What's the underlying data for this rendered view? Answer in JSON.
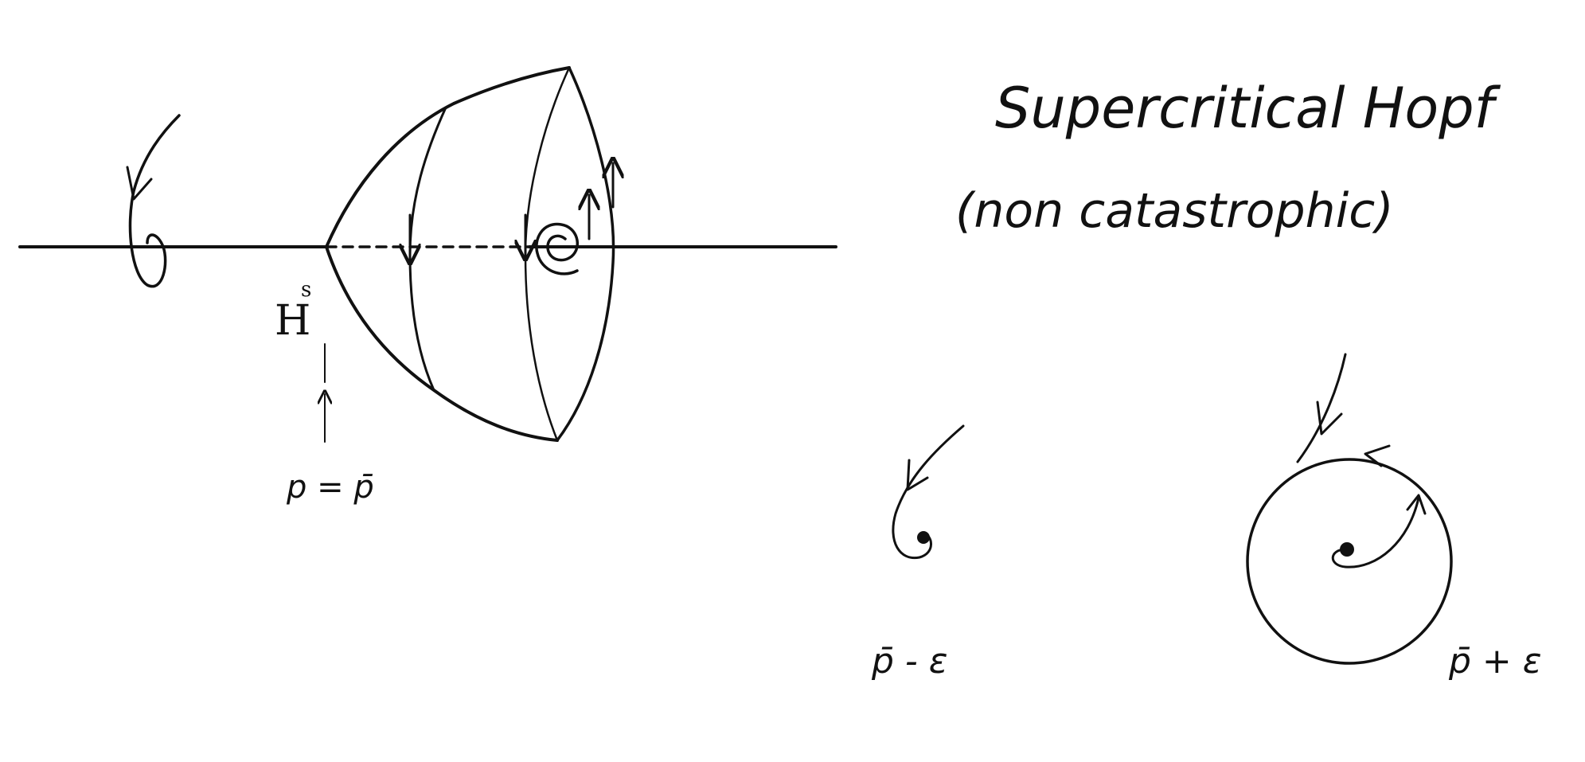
{
  "title": "Supercritical Hopf",
  "subtitle": "(non catastrophic)",
  "labels": {
    "hopf_point": "H",
    "hopf_superscript": "s",
    "parameter": "p = p̄",
    "before": "p̄ - ε",
    "after": "p̄ + ε"
  },
  "colors": {
    "ink": "#111111",
    "background": "#ffffff"
  }
}
